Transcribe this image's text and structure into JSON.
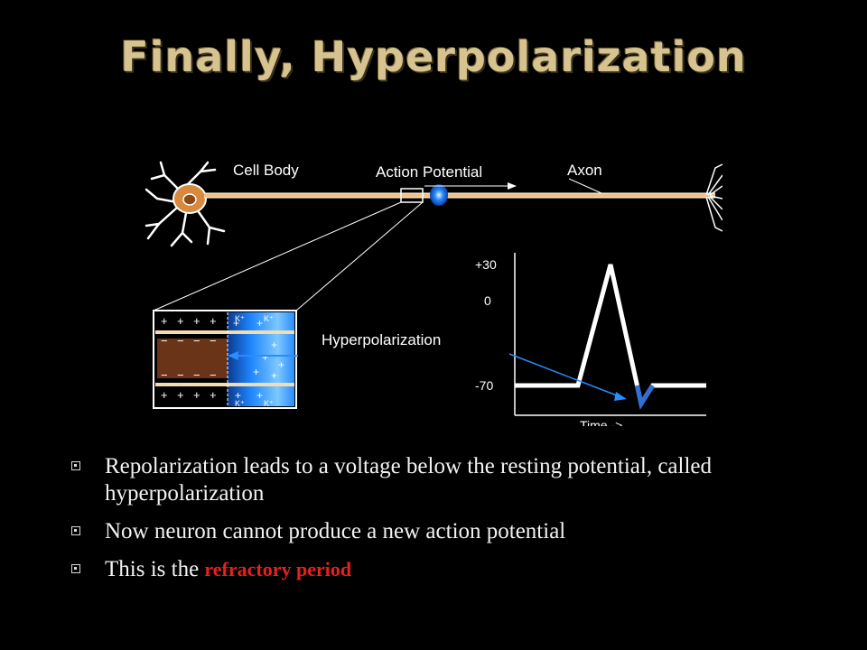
{
  "slide": {
    "title": "Finally, Hyperpolarization"
  },
  "diagram": {
    "labels": {
      "cell_body": "Cell Body",
      "action_potential": "Action Potential",
      "axon": "Axon",
      "hyperpolarization": "Hyperpolarization",
      "time_axis": "Time ->"
    },
    "graph": {
      "y_ticks": [
        "+30",
        "0",
        "-70"
      ],
      "trace": [
        {
          "t": 0,
          "v": -70
        },
        {
          "t": 0.33,
          "v": -70
        },
        {
          "t": 0.5,
          "v": 30
        },
        {
          "t": 0.66,
          "v": -85
        },
        {
          "t": 0.72,
          "v": -70
        },
        {
          "t": 1,
          "v": -70
        }
      ]
    },
    "membrane": {
      "positive_sign": "+",
      "negative_sign": "−",
      "ion_label": "K⁺"
    },
    "colors": {
      "axon": "#f4c080",
      "trace": "#ffffff",
      "hyperpolarization_trace": "#2f6fd6",
      "signal_blue": "#2a8cff",
      "inner_fluid": "#6a3418"
    }
  },
  "bullets": [
    {
      "text": "Repolarization leads to a voltage below the resting potential, called hyperpolarization",
      "highlight": ""
    },
    {
      "text": "Now neuron cannot produce a new action potential",
      "highlight": ""
    },
    {
      "text": "This is the ",
      "highlight": "refractory period"
    }
  ]
}
